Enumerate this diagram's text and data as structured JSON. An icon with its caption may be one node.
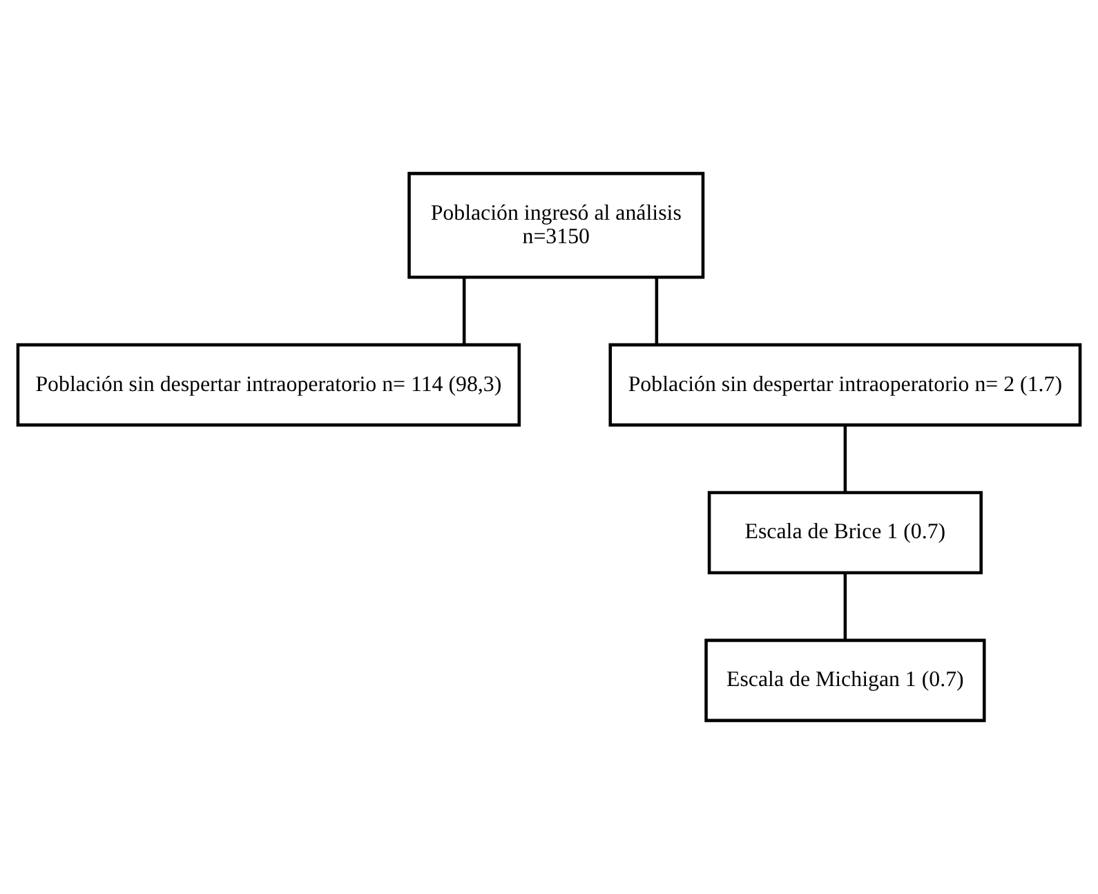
{
  "diagram": {
    "nodes": [
      {
        "text": [
          "Población ingresó al análisis",
          "n=3150"
        ]
      },
      {
        "text": [
          "Población sin despertar intraoperatorio n= 114 (98,3)"
        ]
      },
      {
        "text": [
          "Población sin despertar intraoperatorio n= 2 (1.7)"
        ]
      },
      {
        "text": [
          "Escala de Brice 1 (0.7)"
        ]
      },
      {
        "text": [
          "Escala de Michigan 1 (0.7)"
        ]
      }
    ],
    "edges": [
      {
        "from": 0,
        "to": 1,
        "arrow": "none"
      },
      {
        "from": 0,
        "to": 2,
        "arrow": "none"
      },
      {
        "from": 2,
        "to": 3,
        "arrow": "none"
      },
      {
        "from": 3,
        "to": 4,
        "arrow": "none"
      }
    ]
  }
}
